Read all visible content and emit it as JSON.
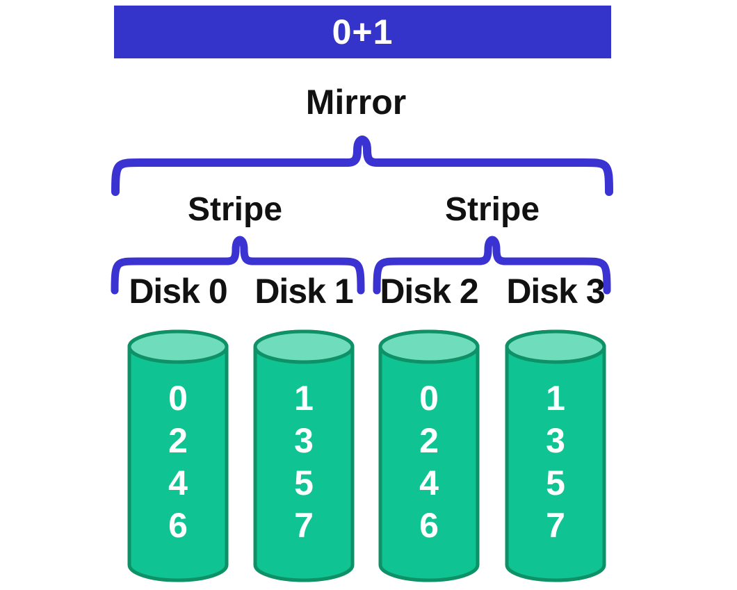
{
  "title": "0+1",
  "tree": {
    "root_label": "Mirror",
    "groups": [
      {
        "label": "Stripe",
        "disks": [
          {
            "name": "Disk 0",
            "blocks": [
              "0",
              "2",
              "4",
              "6"
            ]
          },
          {
            "name": "Disk 1",
            "blocks": [
              "1",
              "3",
              "5",
              "7"
            ]
          }
        ]
      },
      {
        "label": "Stripe",
        "disks": [
          {
            "name": "Disk 2",
            "blocks": [
              "0",
              "2",
              "4",
              "6"
            ]
          },
          {
            "name": "Disk 3",
            "blocks": [
              "1",
              "3",
              "5",
              "7"
            ]
          }
        ]
      }
    ]
  },
  "colors": {
    "banner_blue": "#3434CA",
    "brace_blue": "#3A33D2",
    "disk_body_green": "#10C392",
    "disk_top_green": "#6FDDBB",
    "disk_border_green": "#0E9166",
    "label_text": "#111111",
    "block_text": "#FFFFFF"
  }
}
